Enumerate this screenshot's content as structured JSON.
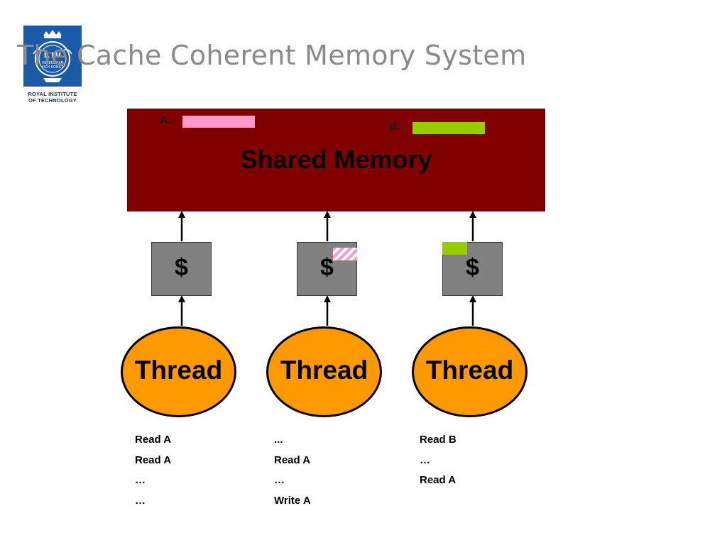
{
  "title": "The Cache Coherent Memory System",
  "logo": {
    "caption_line1": "ROYAL INSTITUTE",
    "caption_line2": "OF TECHNOLOGY",
    "emblem_text": [
      "KTH",
      "VETENSKAP",
      "OCH KONST"
    ],
    "colors": {
      "emblem_bg": "#1a5aa6"
    }
  },
  "shared_memory": {
    "title": "Shared Memory",
    "variables": [
      {
        "label": "A:",
        "color": "#ff99cc"
      },
      {
        "label": "B:",
        "color": "#99cc00"
      }
    ],
    "color": "#800000"
  },
  "caches": [
    {
      "symbol": "$",
      "cached_line": null
    },
    {
      "symbol": "$",
      "cached_line": {
        "variable": "A",
        "style": "hatched",
        "color": "#ff99cc"
      }
    },
    {
      "symbol": "$",
      "cached_line": {
        "variable": "B",
        "style": "solid",
        "color": "#99cc00"
      }
    }
  ],
  "threads": [
    {
      "label": "Thread",
      "ops": [
        "Read A",
        "Read A",
        "…",
        "…"
      ]
    },
    {
      "label": "Thread",
      "ops": [
        "...",
        "Read A",
        "…",
        "Write A"
      ]
    },
    {
      "label": "Thread",
      "ops": [
        "Read B",
        "…",
        "Read A"
      ]
    }
  ],
  "colors": {
    "thread": "#ff9900",
    "cache": "#808080",
    "arrow": "#000000"
  }
}
